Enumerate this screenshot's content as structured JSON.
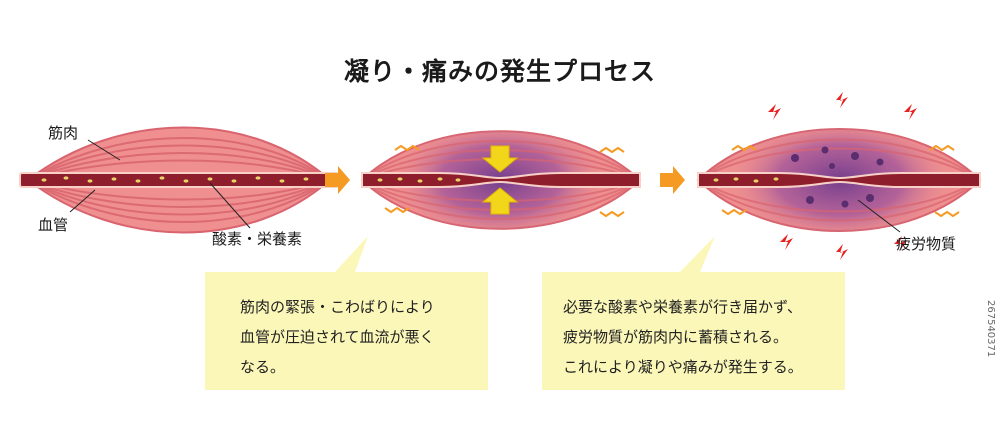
{
  "title": "凝り・痛みの発生プロセス",
  "labels": {
    "muscle": "筋肉",
    "vessel": "血管",
    "nutrients": "酸素・栄養素",
    "fatigue": "疲労物質"
  },
  "notes": {
    "left": [
      "筋肉の緊張・こわばりにより",
      "血管が圧迫されて血流が悪く",
      "なる。"
    ],
    "right": [
      "必要な酸素や栄養素が行き届かず、",
      "疲労物質が筋肉内に蓄積される。",
      "これにより凝りや痛みが発生する。"
    ]
  },
  "stock_id": "267540371",
  "colors": {
    "muscle": "#ef8f8f",
    "muscle_stripe": "#d9646f",
    "vessel": "#8e1e2b",
    "nutrient": "#e8d46a",
    "arrow": "#f59a23",
    "compress": "#f2d61a",
    "bubble": "#fbf7b8",
    "purple": "#6d3a8c",
    "spark": "#e8201f",
    "fatigue": "#5a2d6e"
  }
}
